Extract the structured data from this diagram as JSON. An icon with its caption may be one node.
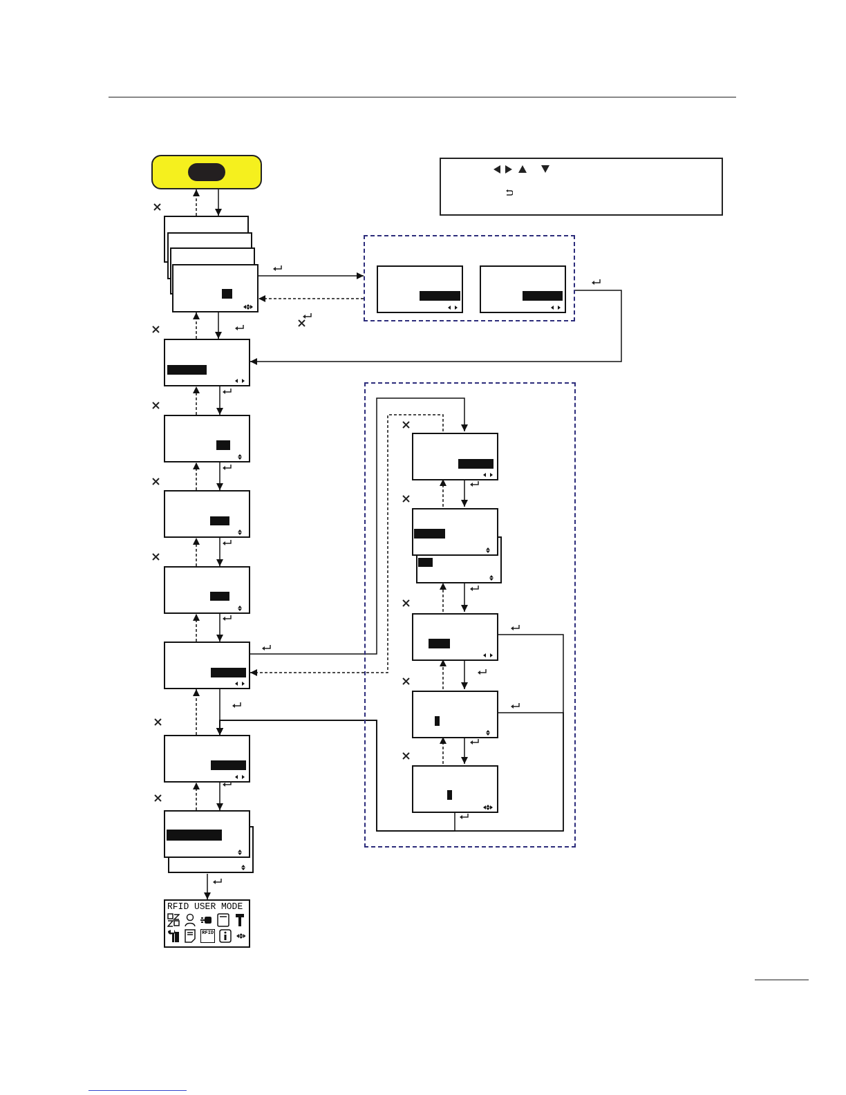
{
  "diagram": {
    "nodes": [
      {
        "text": [],
        "shape": "box"
      },
      {
        "text": [],
        "shape": "box"
      },
      {
        "text": [],
        "shape": "box"
      },
      {
        "text": [],
        "shape": "box",
        "in": 2
      },
      {
        "text": [],
        "shape": "box",
        "in": 2
      },
      {
        "text": [],
        "shape": "box"
      },
      {
        "text": [],
        "shape": "box"
      },
      {
        "text": [],
        "shape": "box"
      },
      {
        "text": [],
        "shape": "box"
      },
      {
        "text": [],
        "shape": "box"
      },
      {
        "text": [],
        "shape": "box"
      },
      {
        "text": [],
        "shape": "box"
      },
      {
        "text": [
          "RFID USER MODE",
          "RFID"
        ]
      },
      {
        "text": [],
        "shape": "box"
      },
      {
        "text": [],
        "shape": "box",
        "in": 13
      },
      {
        "text": [],
        "shape": "box",
        "in": 13
      },
      {
        "text": [],
        "shape": "box",
        "in": 13
      },
      {
        "text": [],
        "shape": "box",
        "in": 13
      },
      {
        "text": [],
        "shape": "box",
        "in": 13
      }
    ],
    "edges": [
      {
        "from": 0,
        "to": 1,
        "arrow": "to"
      },
      {
        "from": 1,
        "to": 0,
        "arrow": "to",
        "style": "dashed"
      },
      {
        "from": 1,
        "to": 2,
        "arrow": "to"
      },
      {
        "from": 2,
        "to": 1,
        "arrow": "to",
        "style": "dashed"
      },
      {
        "from": 2,
        "to": 5,
        "arrow": "to"
      },
      {
        "from": 1,
        "to": 5,
        "arrow": "to"
      },
      {
        "from": 5,
        "to": 1,
        "arrow": "to",
        "style": "dashed"
      },
      {
        "from": 5,
        "to": 6,
        "arrow": "to"
      },
      {
        "from": 6,
        "to": 5,
        "arrow": "to",
        "style": "dashed"
      },
      {
        "from": 6,
        "to": 7,
        "arrow": "to"
      },
      {
        "from": 7,
        "to": 6,
        "arrow": "to",
        "style": "dashed"
      },
      {
        "from": 7,
        "to": 8,
        "arrow": "to"
      },
      {
        "from": 8,
        "to": 7,
        "arrow": "to",
        "style": "dashed"
      },
      {
        "from": 8,
        "to": 9,
        "arrow": "to"
      },
      {
        "from": 9,
        "to": 8,
        "arrow": "to",
        "style": "dashed"
      },
      {
        "from": 9,
        "to": 14,
        "arrow": "to"
      },
      {
        "from": 14,
        "to": 9,
        "arrow": "to",
        "style": "dashed"
      },
      {
        "from": 9,
        "to": 10,
        "arrow": "to"
      },
      {
        "from": 10,
        "to": 9,
        "arrow": "to",
        "style": "dashed"
      },
      {
        "from": 14,
        "to": 15,
        "arrow": "to"
      },
      {
        "from": 15,
        "to": 14,
        "arrow": "to",
        "style": "dashed"
      },
      {
        "from": 15,
        "to": 16,
        "arrow": "to"
      },
      {
        "from": 16,
        "to": 15,
        "arrow": "to",
        "style": "dashed"
      },
      {
        "from": 16,
        "to": 17,
        "arrow": "to"
      },
      {
        "from": 17,
        "to": 16,
        "arrow": "to",
        "style": "dashed"
      },
      {
        "from": 17,
        "to": 18,
        "arrow": "to"
      },
      {
        "from": 18,
        "to": 17,
        "arrow": "to",
        "style": "dashed"
      },
      {
        "from": 16,
        "to": 10,
        "arrow": "to"
      },
      {
        "from": 17,
        "to": 10,
        "arrow": "to"
      },
      {
        "from": 18,
        "to": 10,
        "arrow": "to"
      },
      {
        "from": 10,
        "to": 11,
        "arrow": "to"
      },
      {
        "from": 11,
        "to": 10,
        "arrow": "to",
        "style": "dashed"
      },
      {
        "from": 11,
        "to": 12,
        "arrow": "to"
      }
    ]
  }
}
